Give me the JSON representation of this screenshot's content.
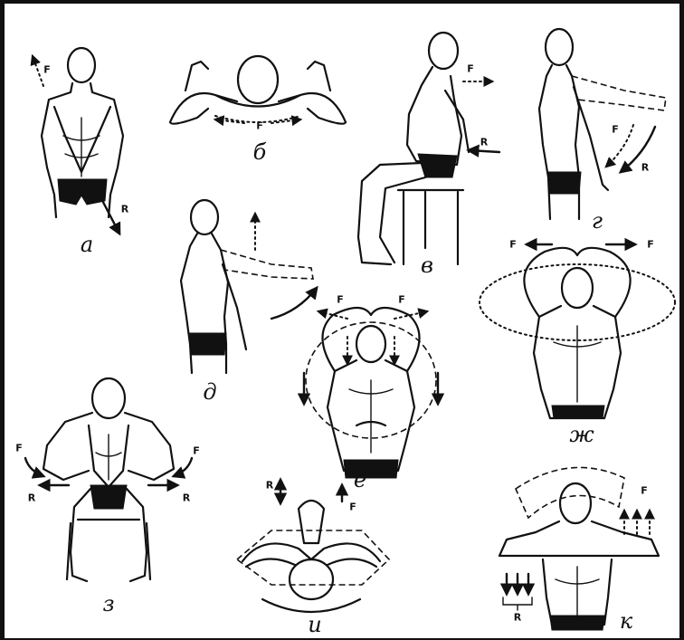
{
  "panels": [
    {
      "id": "a",
      "label": "а"
    },
    {
      "id": "b",
      "label": "б"
    },
    {
      "id": "v",
      "label": "в"
    },
    {
      "id": "g",
      "label": "г"
    },
    {
      "id": "d",
      "label": "д"
    },
    {
      "id": "e",
      "label": "е"
    },
    {
      "id": "zh",
      "label": "ж"
    },
    {
      "id": "z",
      "label": "з"
    },
    {
      "id": "i",
      "label": "и"
    },
    {
      "id": "k",
      "label": "к"
    }
  ],
  "force_label": "F",
  "resistance_label": "R",
  "colors": {
    "ink": "#111111",
    "paper": "#ffffff"
  }
}
